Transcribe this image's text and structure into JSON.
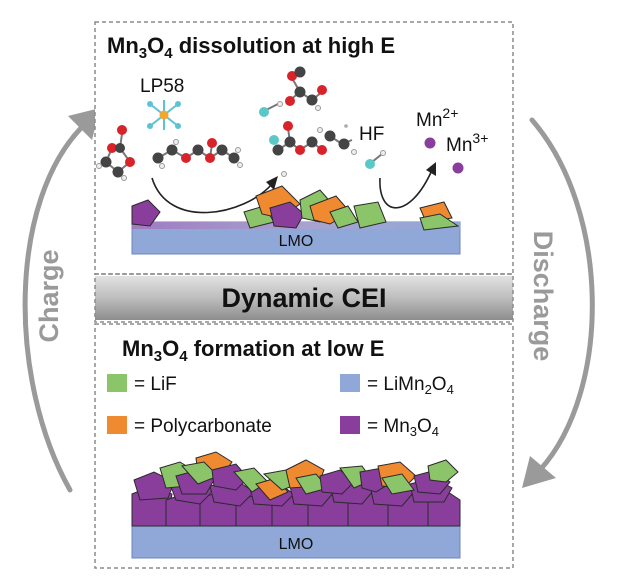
{
  "top_panel": {
    "title": {
      "pre": "Mn",
      "sub1": "3",
      "mid": "O",
      "sub2": "4",
      "post": " dissolution at high E"
    },
    "solvent_label": "LP58",
    "hf_label": "HF",
    "mn2": {
      "base": "Mn",
      "sup": "2+"
    },
    "mn3": {
      "base": "Mn",
      "sup": "3+"
    },
    "substrate_label": "LMO"
  },
  "band": {
    "label": "Dynamic CEI"
  },
  "bottom_panel": {
    "title": {
      "pre": "Mn",
      "sub1": "3",
      "mid": "O",
      "sub2": "4",
      "post": " formation at low E"
    },
    "legend": [
      {
        "name": "LiF",
        "label": "= LiF",
        "color": "#8cc46a"
      },
      {
        "name": "LiMn2O4",
        "label_pre": "= LiMn",
        "sub1": "2",
        "label_mid": "O",
        "sub2": "4",
        "color": "#8fa8d8"
      },
      {
        "name": "Polycarbonate",
        "label": "= Polycarbonate",
        "color": "#f08a30"
      },
      {
        "name": "Mn3O4",
        "label_pre": "= Mn",
        "sub1": "3",
        "label_mid": "O",
        "sub2": "4",
        "color": "#8a3e9c"
      }
    ],
    "substrate_label": "LMO"
  },
  "cycle": {
    "left_label": "Charge",
    "right_label": "Discharge",
    "arrow_color": "#9a9a9a"
  },
  "colors": {
    "lif": "#8cc46a",
    "poly": "#f08a30",
    "mn3o4": "#8a3e9c",
    "lmo": "#8fa8d8",
    "border": "#8c8c8c"
  }
}
